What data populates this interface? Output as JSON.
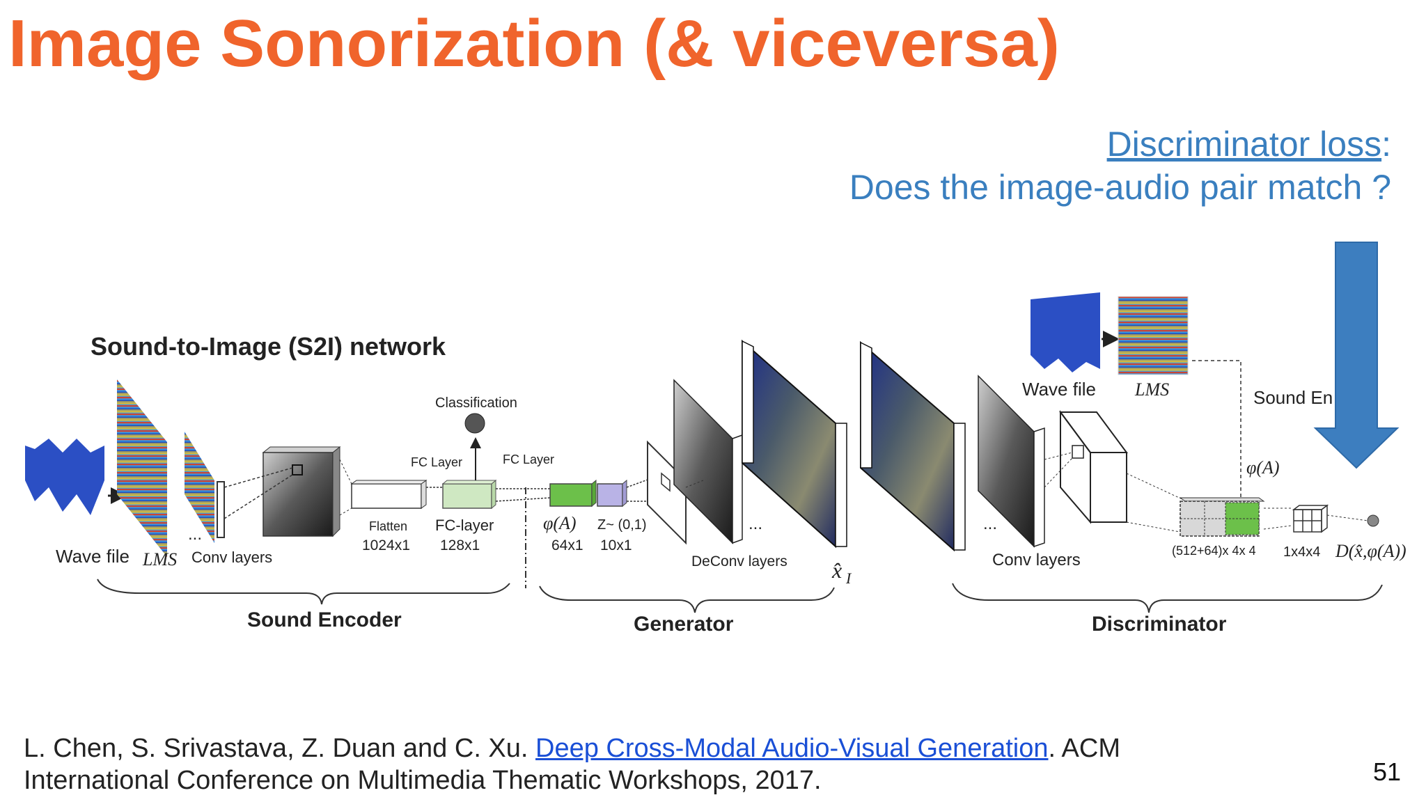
{
  "slide": {
    "title": "Image Sonorization (& viceversa)",
    "page_number": "51"
  },
  "annotation": {
    "loss_link": "Discriminator loss",
    "loss_colon": ":",
    "question": "Does the image-audio pair match ?"
  },
  "diagram": {
    "heading": "Sound-to-Image (S2I) network",
    "labels": {
      "wave_file": "Wave file",
      "lms": "LMS",
      "ellipsis": "...",
      "conv_layers": "Conv layers",
      "classification": "Classification",
      "fc_layer_top1": "FC Layer",
      "fc_layer_top2": "FC Layer",
      "flatten": "Flatten",
      "flatten_dim": "1024x1",
      "fc_layer": "FC-layer",
      "fc_dim": "128x1",
      "phi_a": "φ(A)",
      "phi_dim": "64x1",
      "z_dist": "Z~ (0,1)",
      "z_dim": "10x1",
      "deconv_layers": "DeConv layers",
      "x_hat": "x̂",
      "x_hat_sub": "I",
      "disc_wave_file": "Wave file",
      "disc_lms": "LMS",
      "sound_encoder_partial": "Sound En",
      "disc_phi": "φ(A)",
      "disc_conv_layers": "Conv layers",
      "concat_dim": "(512+64)x 4x 4",
      "out_dim": "1x4x4",
      "d_output": "D(x̂,φ(A))"
    },
    "sections": {
      "sound_encoder": "Sound Encoder",
      "generator": "Generator",
      "discriminator": "Discriminator"
    }
  },
  "citation": {
    "authors": "L. Chen, S. Srivastava, Z. Duan and C. Xu. ",
    "paper_link": "Deep Cross-Modal Audio-Visual Generation",
    "venue_tail": ". ACM",
    "line2": "International Conference on Multimedia Thematic Workshops, 2017."
  },
  "colors": {
    "title": "#f0642c",
    "annotation": "#3a7fbf",
    "arrow": "#3d7ebf",
    "link": "#1a4fd6",
    "waveform": "#2b4fc4",
    "fc_green": "#6cc04a",
    "fc_light_green": "#cfe8c2",
    "z_purple": "#b9b3e6"
  }
}
